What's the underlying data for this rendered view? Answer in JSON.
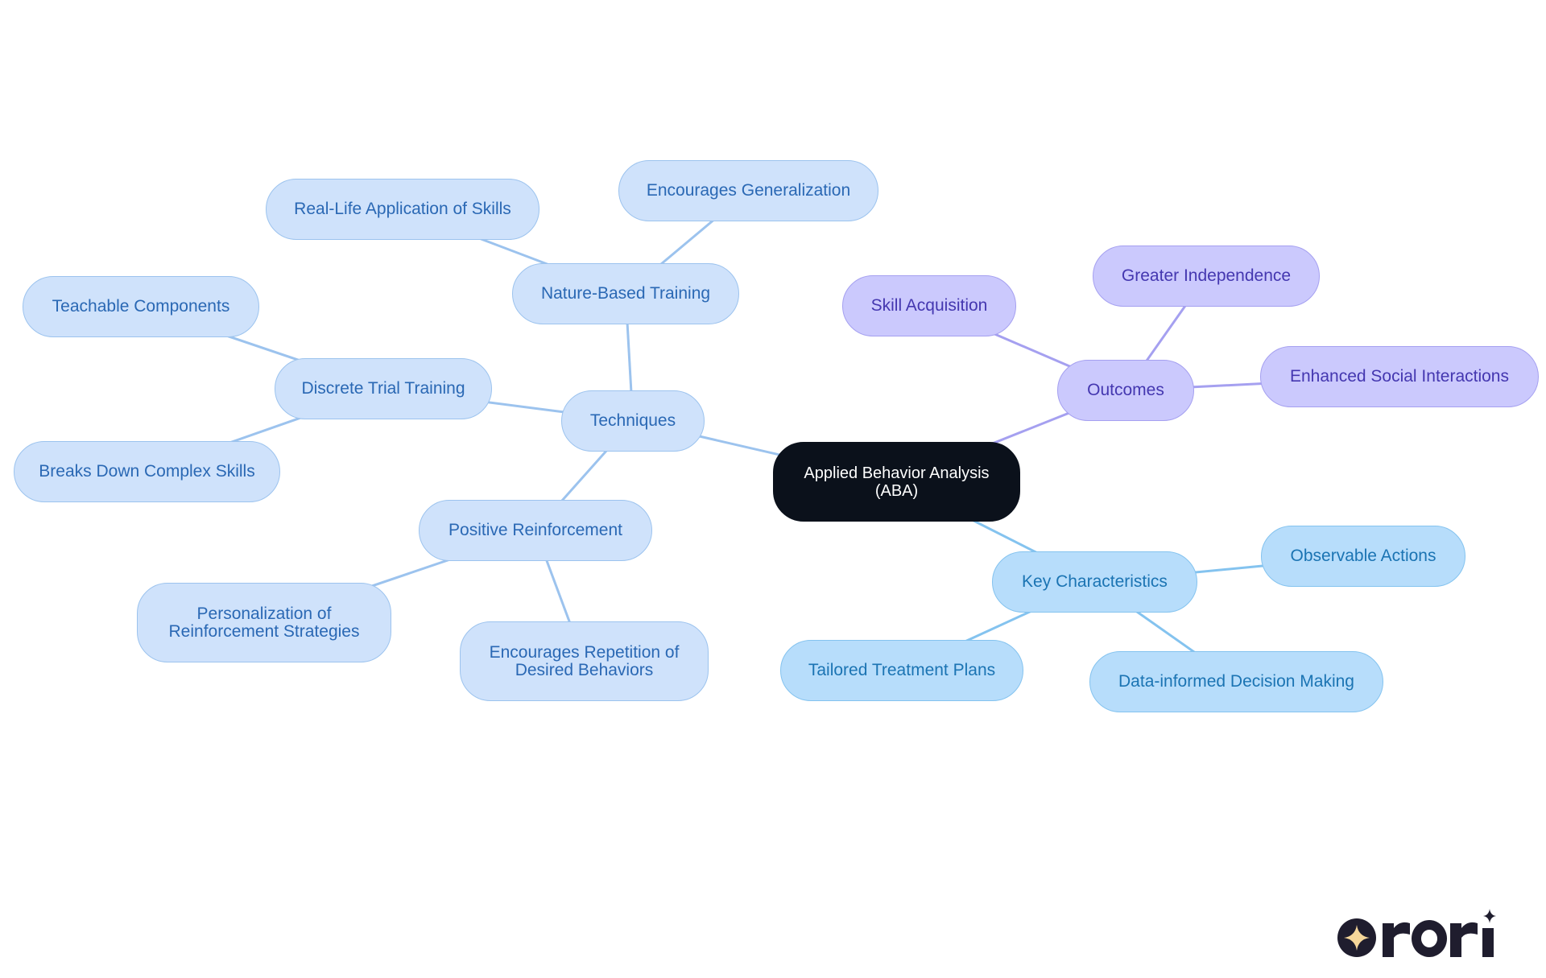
{
  "colors": {
    "root_fill": "#0b111b",
    "techniques_fill": "#cfe2fb",
    "techniques_edge": "#9cc3ee",
    "outcomes_fill": "#cbc9fd",
    "outcomes_edge": "#a5a0f0",
    "key_fill": "#b7ddfb",
    "key_edge": "#84c3ef"
  },
  "mindmap": {
    "root": {
      "label": "Applied Behavior Analysis\n(ABA)"
    },
    "branches": [
      {
        "id": "techniques",
        "label": "Techniques",
        "children": [
          {
            "id": "nature",
            "label": "Nature-Based Training",
            "children": [
              {
                "id": "reallife",
                "label": "Real-Life Application of Skills"
              },
              {
                "id": "generalization",
                "label": "Encourages Generalization"
              }
            ]
          },
          {
            "id": "discrete",
            "label": "Discrete Trial Training",
            "children": [
              {
                "id": "teachable",
                "label": "Teachable Components"
              },
              {
                "id": "breaks",
                "label": "Breaks Down Complex Skills"
              }
            ]
          },
          {
            "id": "positive",
            "label": "Positive Reinforcement",
            "children": [
              {
                "id": "personalization",
                "label": "Personalization of\nReinforcement Strategies"
              },
              {
                "id": "repetition",
                "label": "Encourages Repetition of\nDesired Behaviors"
              }
            ]
          }
        ]
      },
      {
        "id": "outcomes",
        "label": "Outcomes",
        "children": [
          {
            "id": "skill",
            "label": "Skill Acquisition"
          },
          {
            "id": "independence",
            "label": "Greater Independence"
          },
          {
            "id": "social",
            "label": "Enhanced Social Interactions"
          }
        ]
      },
      {
        "id": "key",
        "label": "Key Characteristics",
        "children": [
          {
            "id": "observable",
            "label": "Observable Actions"
          },
          {
            "id": "tailored",
            "label": "Tailored Treatment Plans"
          },
          {
            "id": "data",
            "label": "Data-informed Decision Making"
          }
        ]
      }
    ]
  },
  "logo": {
    "icon": "sparkle-icon",
    "wordmark": "rori"
  }
}
